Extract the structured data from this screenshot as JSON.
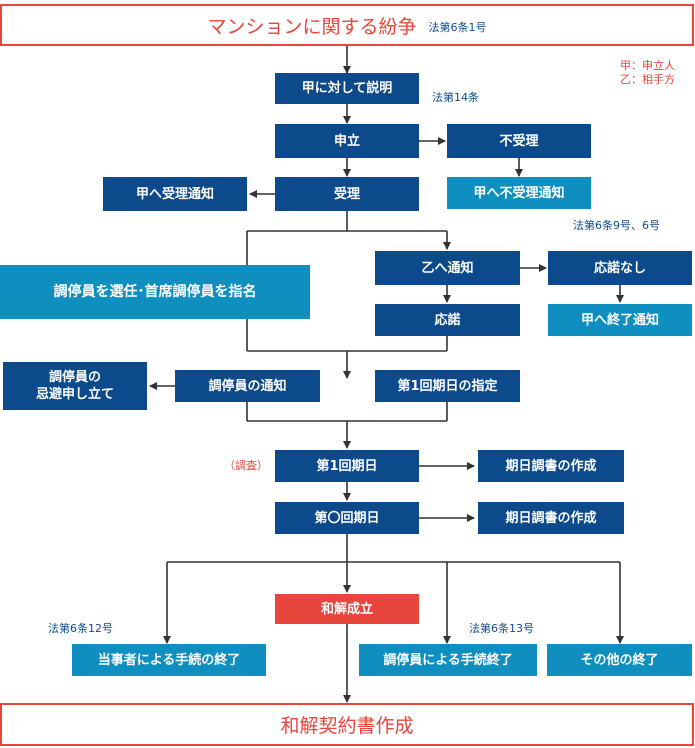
{
  "header": {
    "title": "マンションに関する紛争",
    "ref": "法第6条1号"
  },
  "legend": {
    "line1": "甲：申立人",
    "line2": "乙：相手方"
  },
  "steps": {
    "explain": "甲に対して説明",
    "explain_ref": "法第14条",
    "apply": "申立",
    "reject": "不受理",
    "reject_notify": "甲へ不受理通知",
    "accept": "受理",
    "accept_notify": "甲へ受理通知",
    "ref_9_6": "法第6条9号、6号",
    "notify_b": "乙へ通知",
    "no_response": "応諾なし",
    "end_notify": "甲へ終了通知",
    "appoint": "調停員を選任･首席調停員を指名",
    "response": "応諾",
    "challenge_line1": "調停員の",
    "challenge_line2": "忌避申し立て",
    "mediator_notify": "調停員の通知",
    "first_date_set": "第1回期日の指定",
    "investigation": "（調査）",
    "first_date": "第1回期日",
    "record1": "期日調書の作成",
    "nth_date": "第〇回期日",
    "record2": "期日調書の作成",
    "settled": "和解成立",
    "ref_12": "法第6条12号",
    "ref_13": "法第6条13号",
    "end_parties": "当事者による手続の終了",
    "end_mediator": "調停員による手続終了",
    "end_other": "その他の終了"
  },
  "footer": {
    "title": "和解契約書作成"
  },
  "colors": {
    "navy": "#0d4a8c",
    "teal": "#0f8fbf",
    "red": "#e8453c",
    "line": "#333333"
  }
}
